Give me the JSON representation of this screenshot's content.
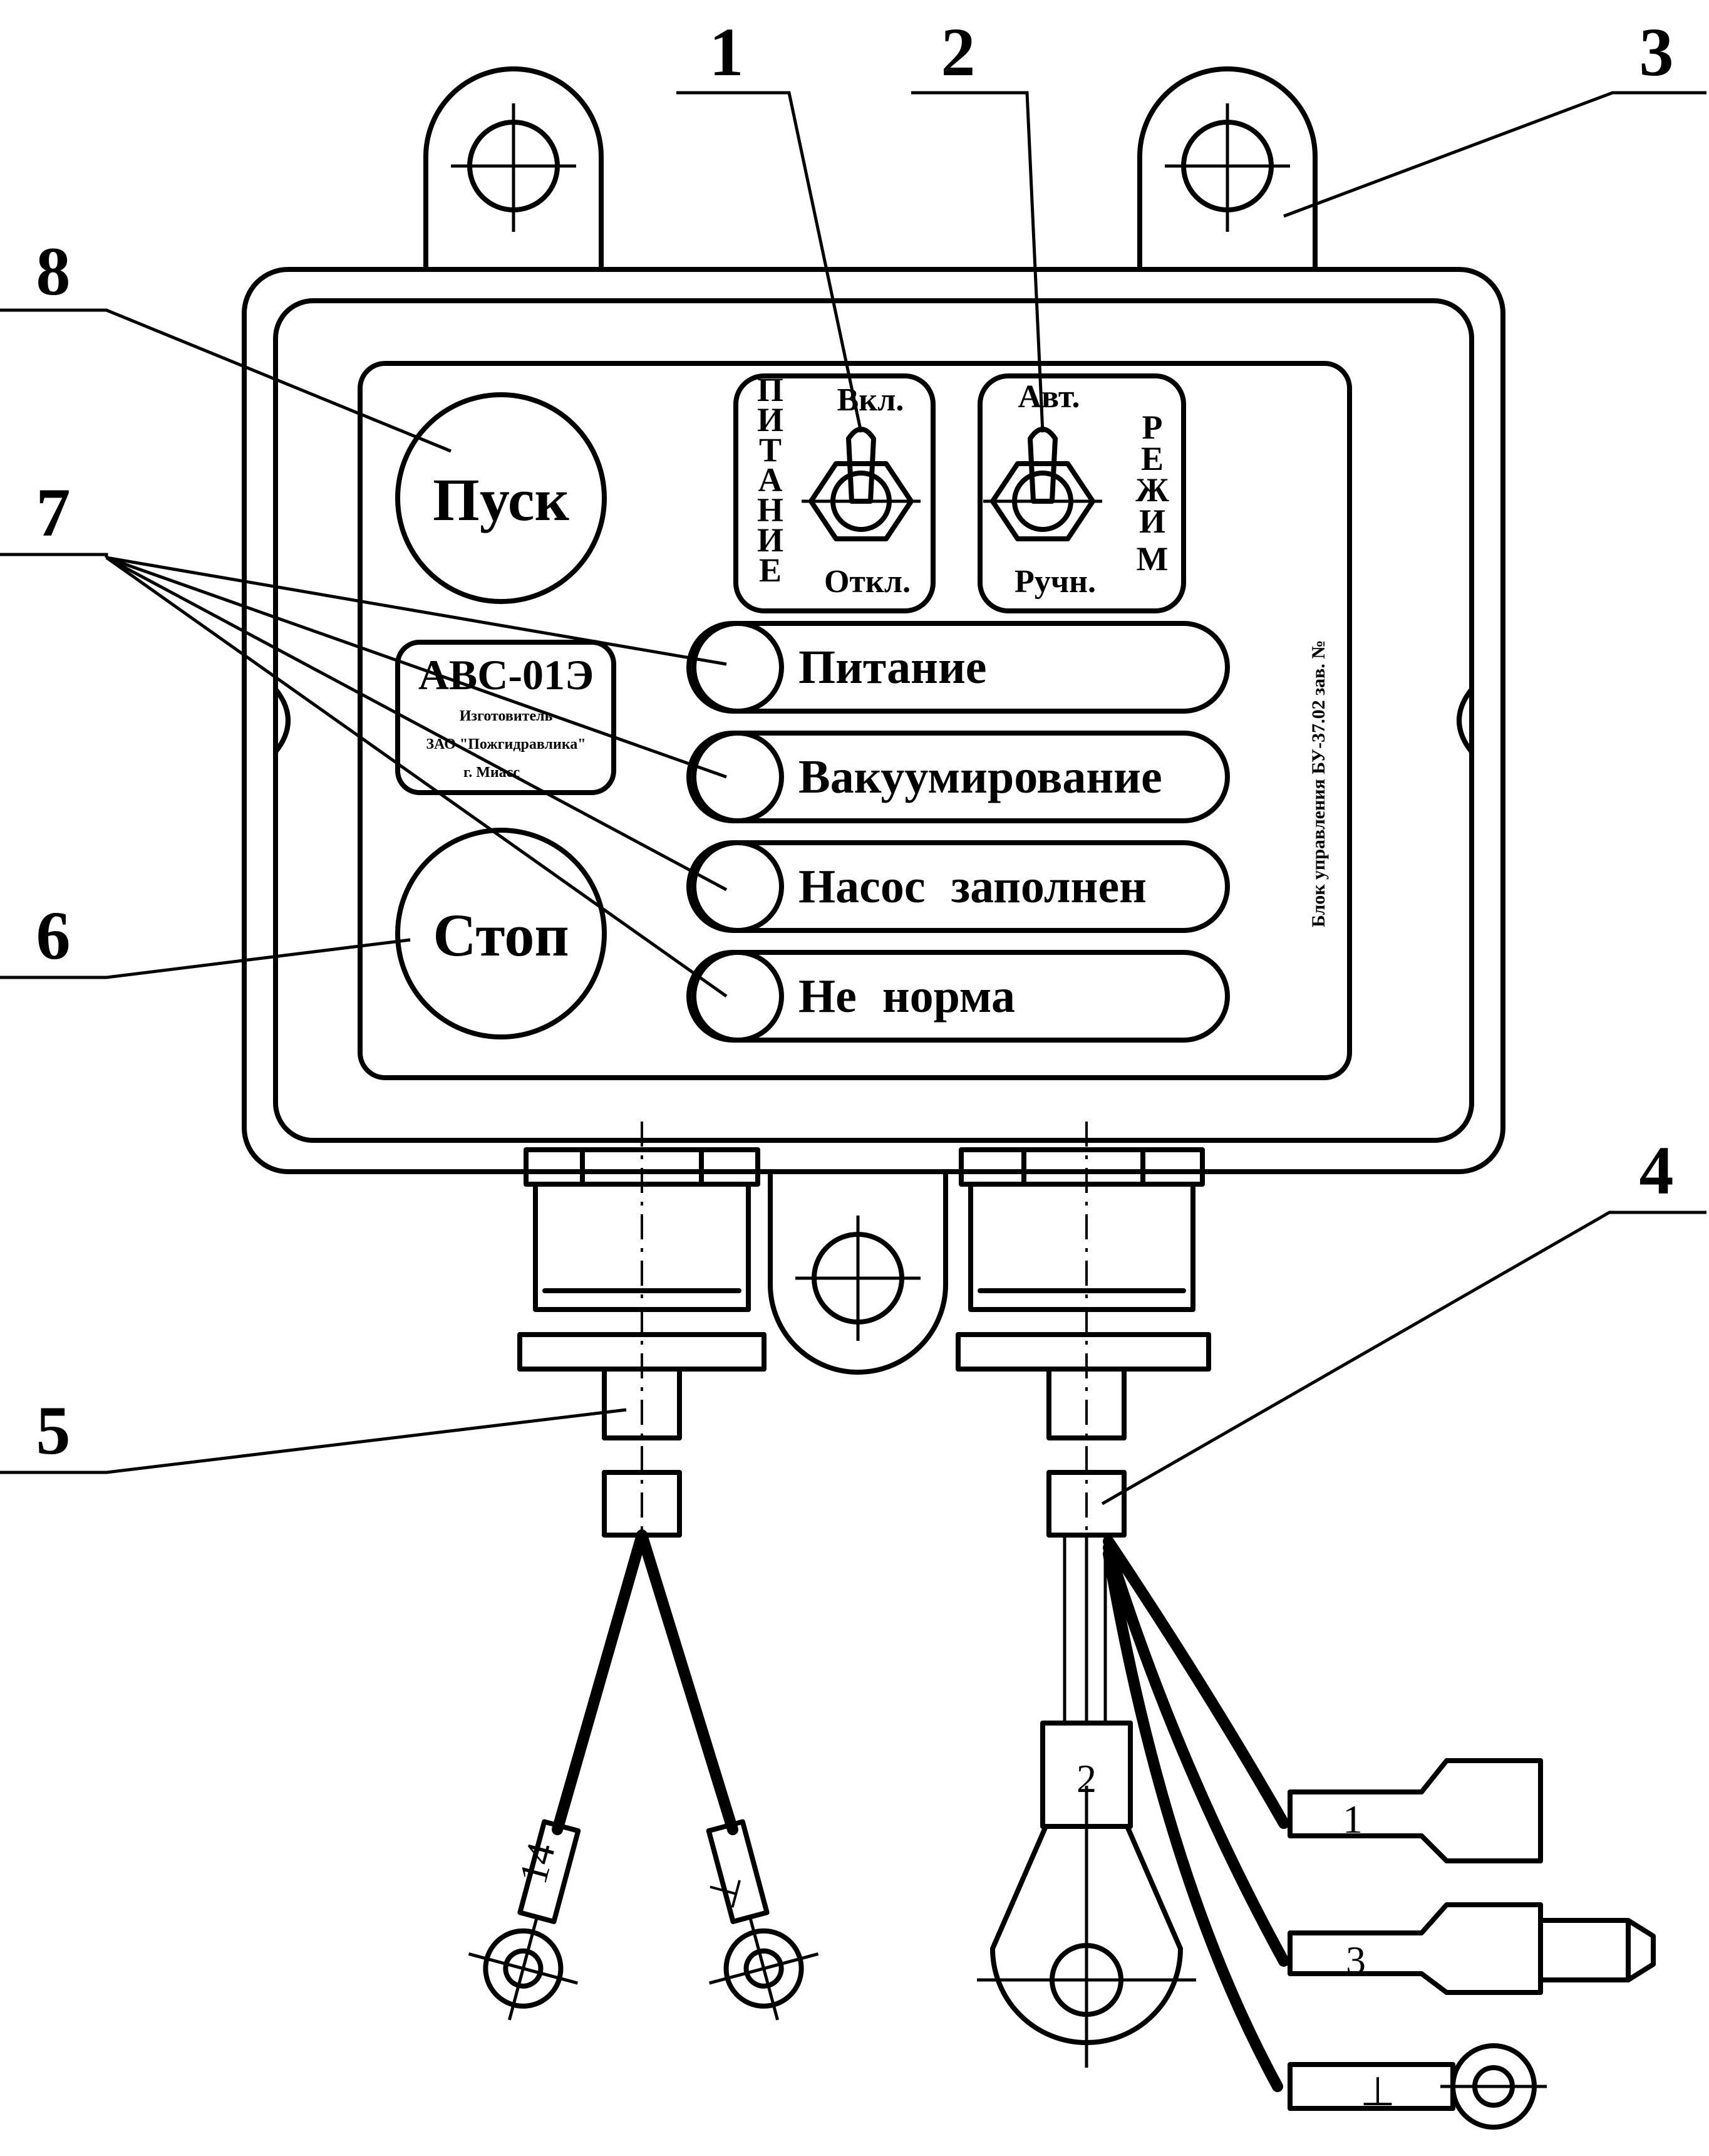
{
  "callouts": {
    "c1": "1",
    "c2": "2",
    "c3": "3",
    "c4": "4",
    "c5": "5",
    "c6": "6",
    "c7": "7",
    "c8": "8"
  },
  "buttons": {
    "start": "Пуск",
    "stop": "Стоп"
  },
  "switch_power": {
    "vertical_label": [
      "П",
      "И",
      "Т",
      "А",
      "Н",
      "И",
      "Е"
    ],
    "on": "Вкл.",
    "off": "Откл."
  },
  "switch_mode": {
    "vertical_label": [
      "Р",
      "Е",
      "Ж",
      "И",
      "М"
    ],
    "auto": "Авт.",
    "manual": "Ручн."
  },
  "plate": {
    "model": "АВС-01Э",
    "line1": "Изготовитель",
    "line2": "ЗАО \"Пожгидравлика\"",
    "line3": "г. Миасс"
  },
  "indicators": [
    "Питание",
    "Вакуумирование",
    "Насос заполнен",
    "Не норма"
  ],
  "side_text": "Блок управления БУ-37.02 зав. №",
  "wire_labels": {
    "left_a": "14",
    "left_b": "⊥",
    "ring": "2",
    "t1": "1",
    "t3": "3",
    "ground": "⊥"
  }
}
